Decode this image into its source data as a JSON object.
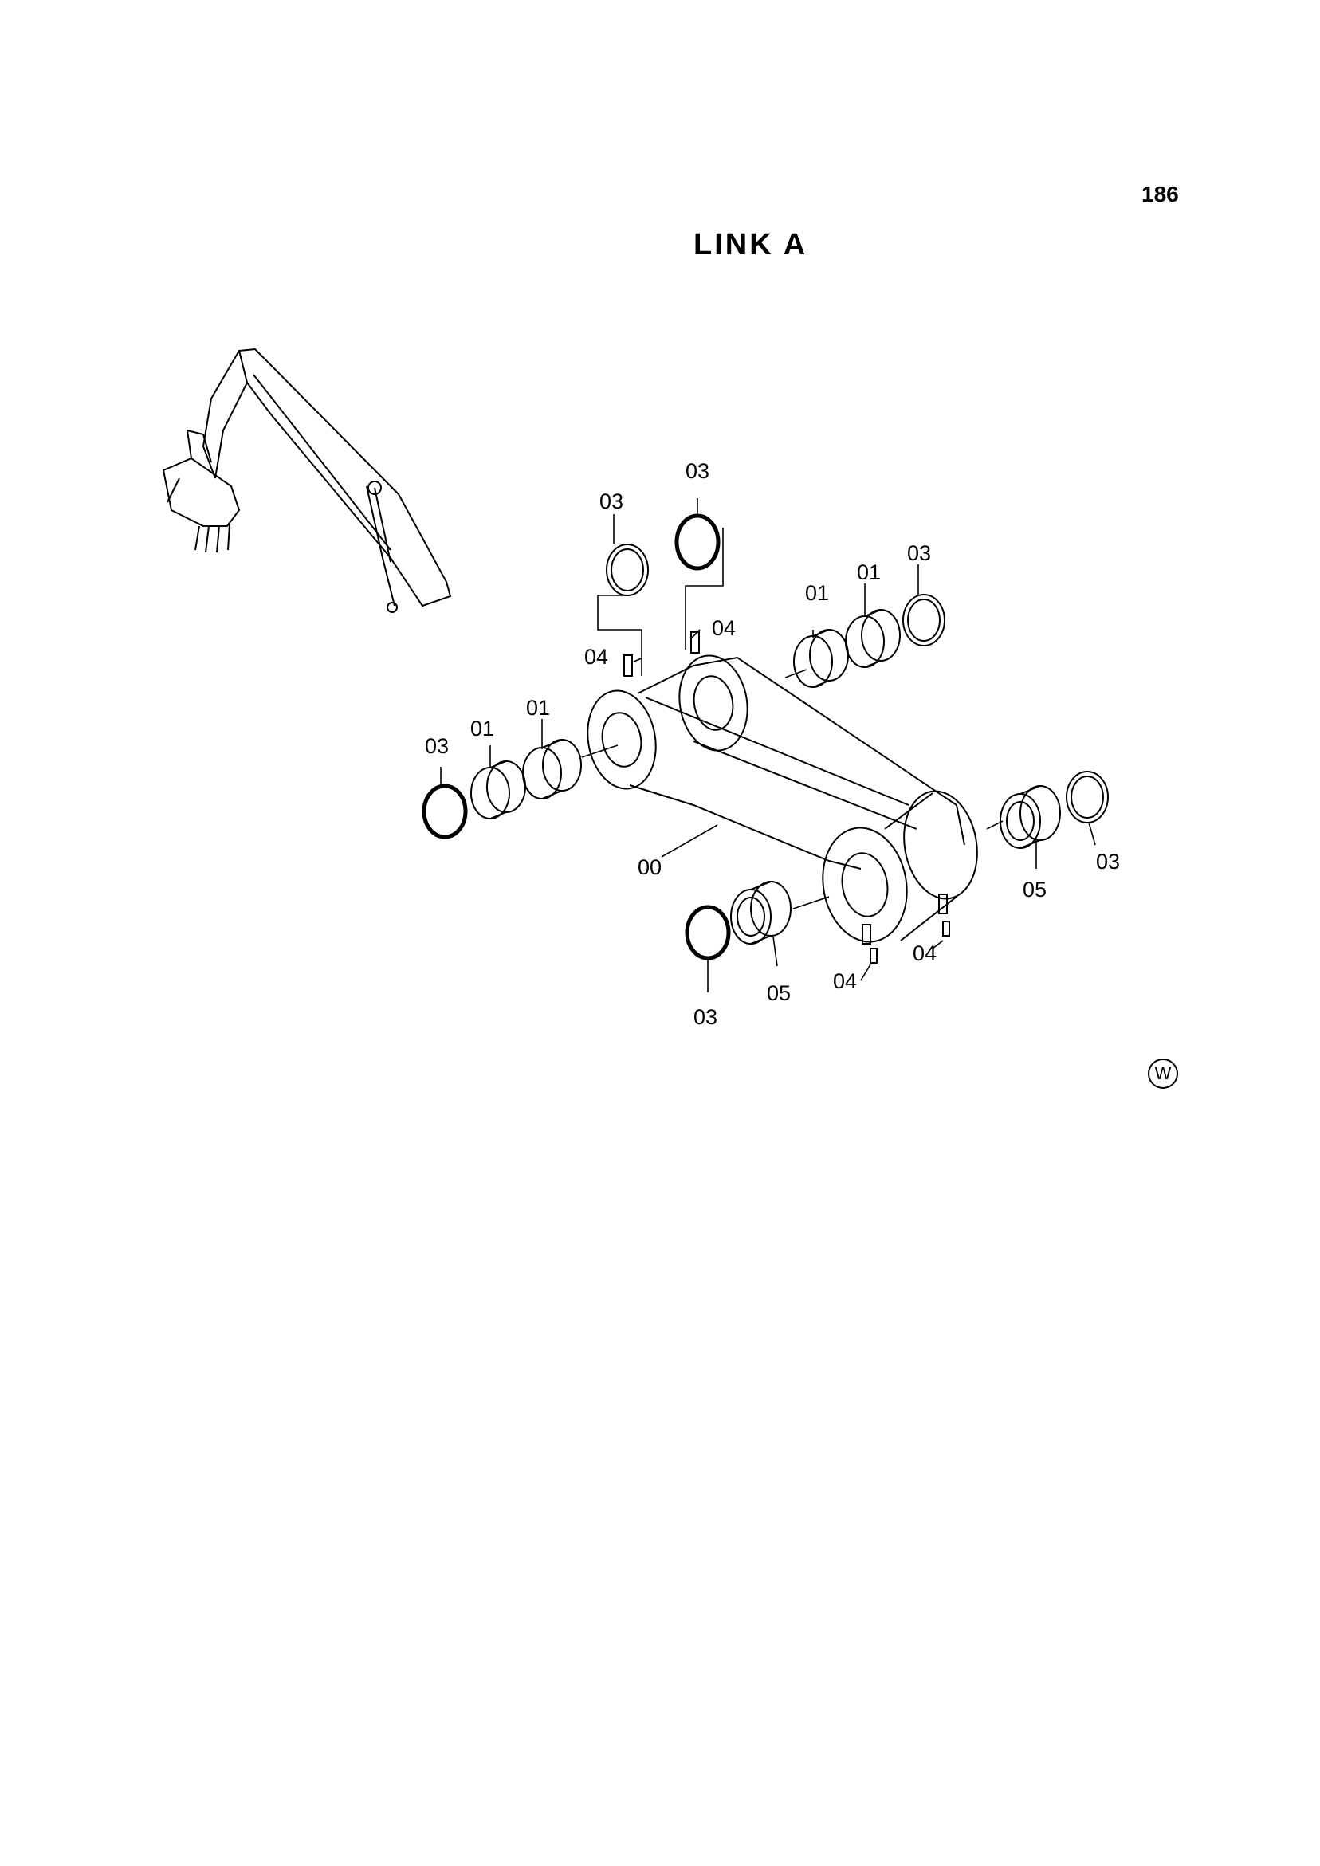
{
  "page_number": "186",
  "title": "LINK A",
  "diagram": {
    "parts": [
      {
        "ref": "00"
      },
      {
        "ref": "01"
      },
      {
        "ref": "03"
      },
      {
        "ref": "04"
      },
      {
        "ref": "05"
      }
    ],
    "labels": {
      "l_03_top_left": "03",
      "l_03_top_center": "03",
      "l_04_upper_right": "04",
      "l_04_upper_left": "04",
      "l_01_right_a": "01",
      "l_01_right_b": "01",
      "l_03_right_top": "03",
      "l_01_left_a": "01",
      "l_01_left_b": "01",
      "l_03_left": "03",
      "l_00": "00",
      "l_05_right": "05",
      "l_03_right_bottom": "03",
      "l_04_bottom_right": "04",
      "l_04_bottom_center": "04",
      "l_05_bottom": "05",
      "l_03_bottom": "03"
    }
  },
  "corner_mark": "W"
}
